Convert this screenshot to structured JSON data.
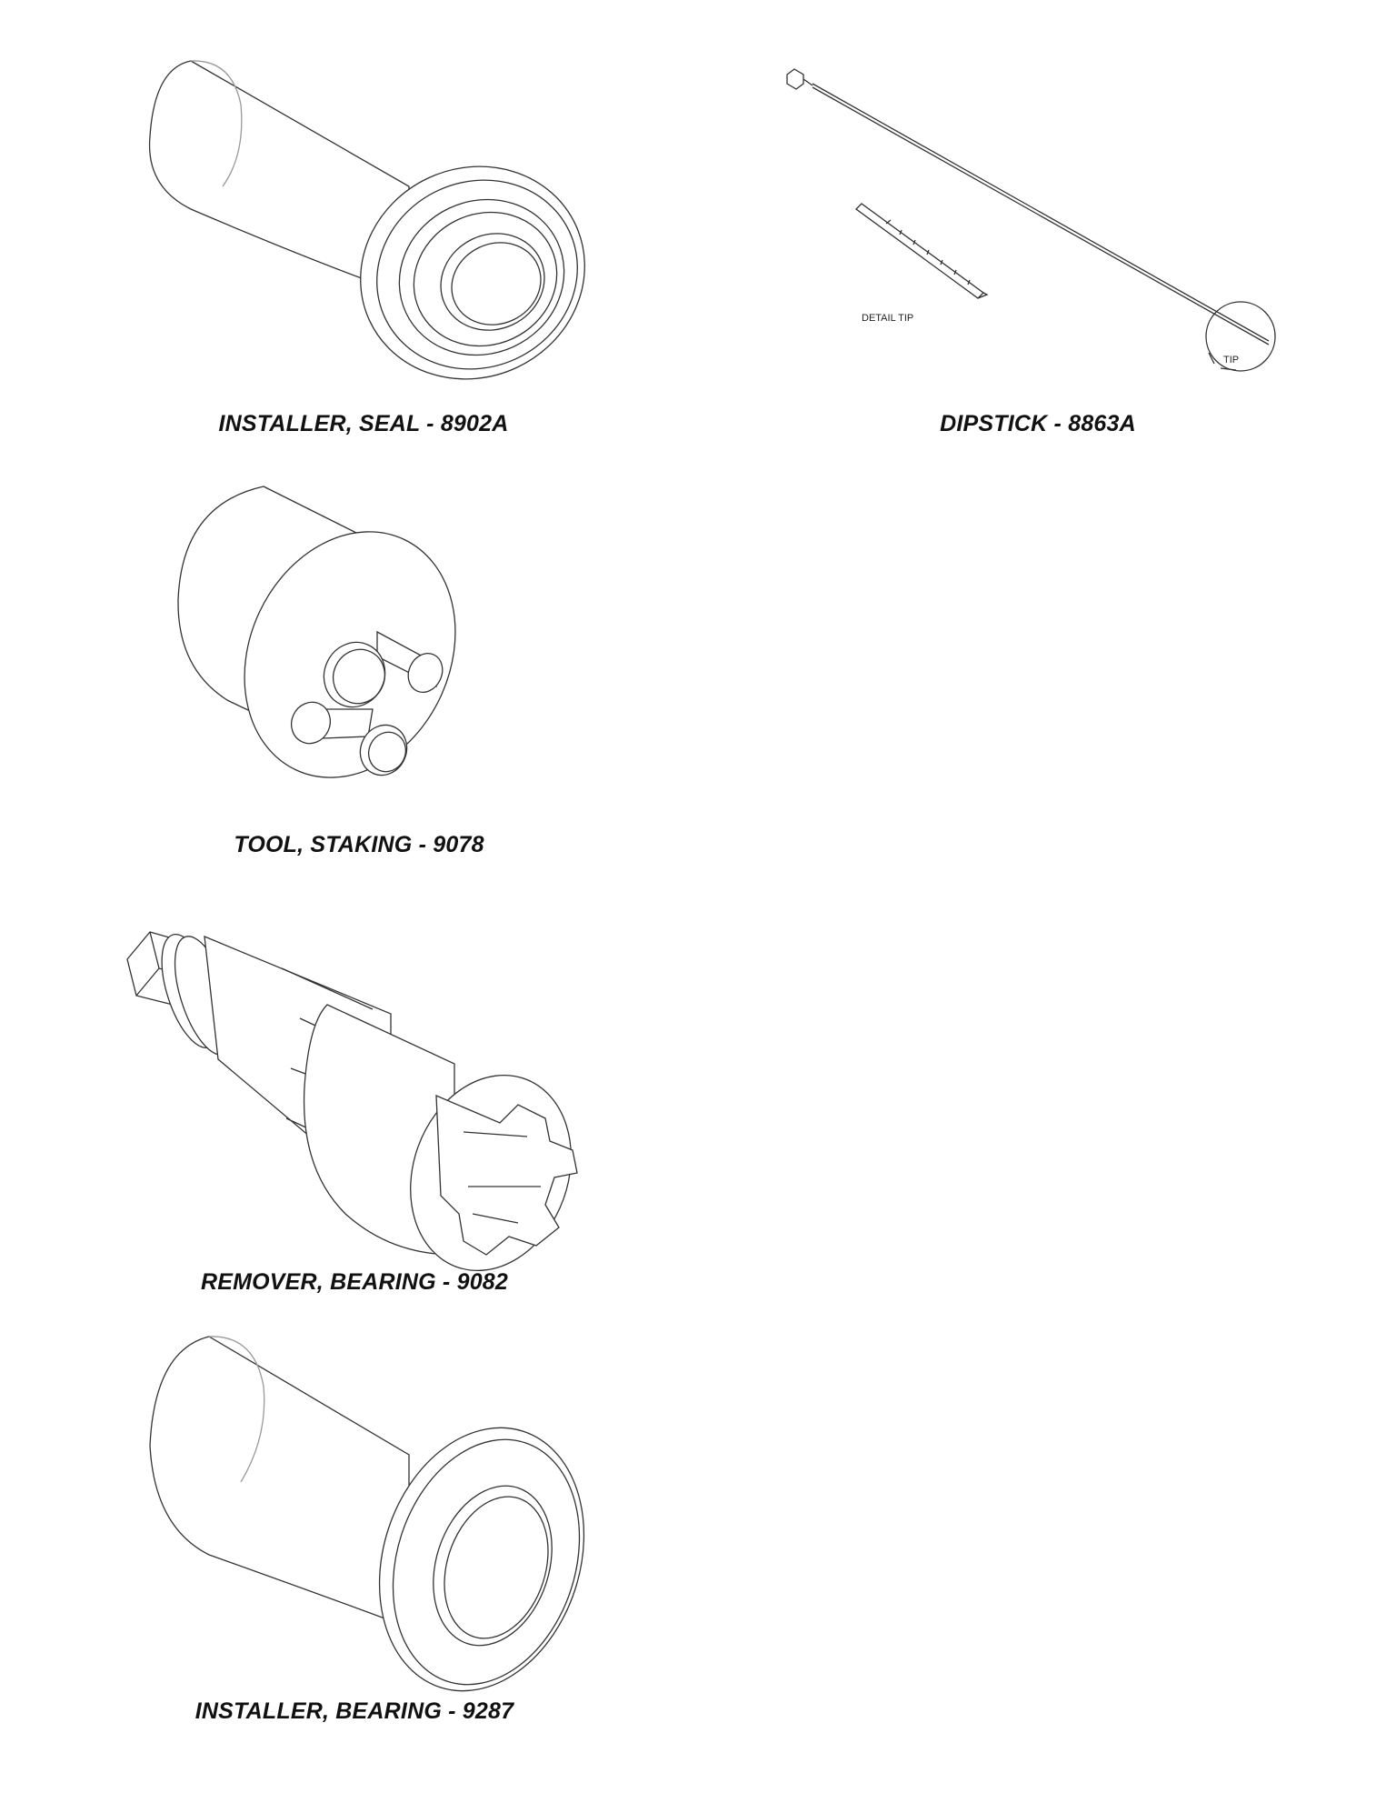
{
  "tools": [
    {
      "id": "seal-installer",
      "caption": "INSTALLER, SEAL - 8902A"
    },
    {
      "id": "dipstick",
      "caption": "DIPSTICK - 8863A",
      "labels": {
        "detail": "DETAIL TIP",
        "tip": "TIP"
      }
    },
    {
      "id": "staking-tool",
      "caption": "TOOL, STAKING - 9078"
    },
    {
      "id": "bearing-remover",
      "caption": "REMOVER, BEARING - 9082"
    },
    {
      "id": "bearing-installer",
      "caption": "INSTALLER, BEARING - 9287"
    }
  ],
  "colors": {
    "line": "#333333",
    "background": "#ffffff"
  }
}
